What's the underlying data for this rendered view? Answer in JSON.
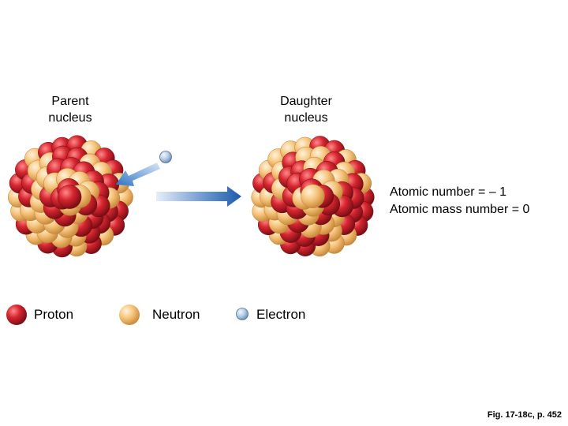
{
  "parent_label": {
    "line1": "Parent",
    "line2": "nucleus"
  },
  "daughter_label": {
    "line1": "Daughter",
    "line2": "nucleus"
  },
  "info": {
    "atomic_number": "Atomic number = – 1",
    "atomic_mass_number": "Atomic mass number = 0"
  },
  "legend": {
    "proton": "Proton",
    "neutron": "Neutron",
    "electron": "Electron"
  },
  "figure_caption": "Fig. 17-18c, p. 452",
  "colors": {
    "proton": "#cc1f2a",
    "neutron": "#f5c27a",
    "electron": "#b8cfe8",
    "arrow": "#1f5fae"
  },
  "icons": {
    "capture_arrow": "arrow-icon",
    "reaction_arrow": "arrow-icon"
  }
}
